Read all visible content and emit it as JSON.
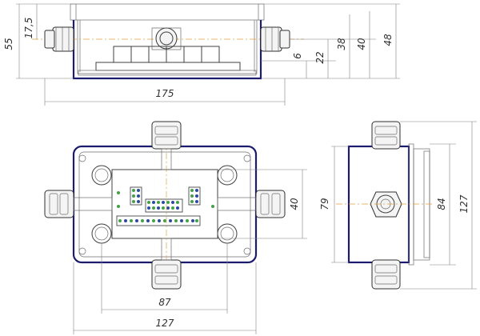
{
  "dimensions": {
    "front_height_total": "55",
    "front_height_lid": "17,5",
    "front_gland_6": "6",
    "front_gland_22": "22",
    "front_38": "38",
    "front_40": "40",
    "front_48": "48",
    "front_width": "175",
    "top_terminal_40": "40",
    "top_inner_87": "87",
    "top_width_127": "127",
    "side_79": "79",
    "side_84": "84",
    "side_127": "127"
  },
  "colors": {
    "outline": "#1c1c6e",
    "terminal_green": "#43a047",
    "terminal_blue": "#2e4aa0",
    "centerline": "#e0a040"
  }
}
